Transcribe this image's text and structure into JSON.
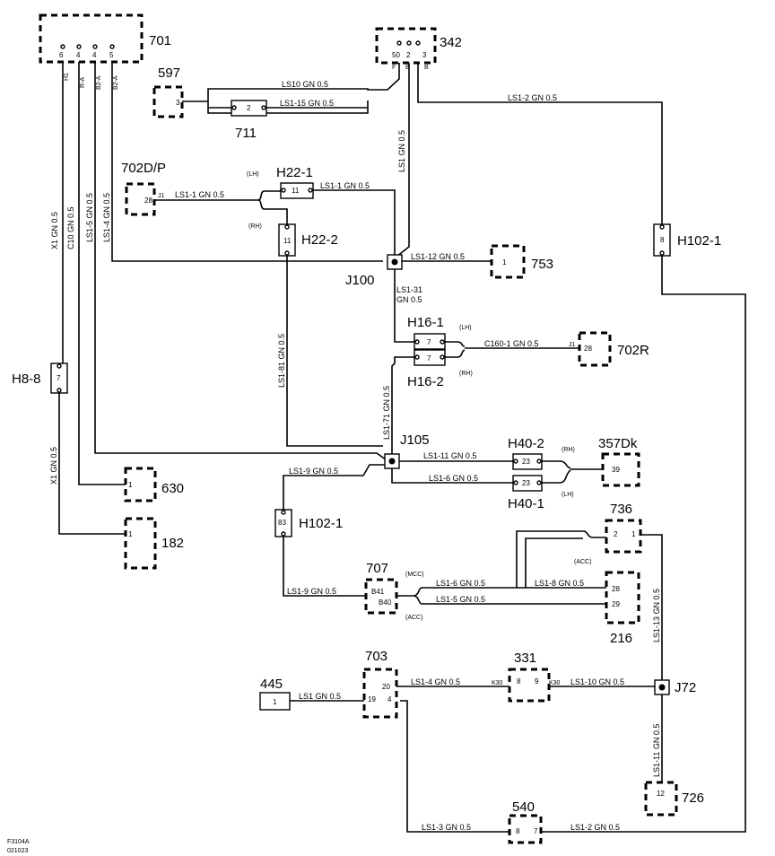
{
  "components": {
    "c701": "701",
    "c342": "342",
    "c597": "597",
    "c711": "711",
    "c702dp": "702D/P",
    "c753": "753",
    "c702r": "702R",
    "c357dk": "357Dk",
    "c630": "630",
    "c182": "182",
    "c736": "736",
    "c707": "707",
    "c216": "216",
    "c703": "703",
    "c331": "331",
    "c445": "445",
    "c540": "540",
    "c726": "726"
  },
  "connectors": {
    "h22_1": "H22-1",
    "h22_2": "H22-2",
    "h16_1": "H16-1",
    "h16_2": "H16-2",
    "h102_1_top": "H102-1",
    "h102_1_mid": "H102-1",
    "h8_8": "H8-8",
    "h40_2": "H40-2",
    "h40_1": "H40-1"
  },
  "splices": {
    "j100": "J100",
    "j105": "J105",
    "j72": "J72"
  },
  "pins": {
    "p701_6": "6",
    "p701_4a": "4",
    "p701_4b": "4",
    "p701_5": "5",
    "p342_50": "50",
    "p342_2": "2",
    "p342_3": "3",
    "p597_3": "3",
    "p711_2": "2",
    "p702dp_28": "28",
    "p_h22_1": "11",
    "p_h22_2": "11",
    "p753_1": "1",
    "p_h16_1": "7",
    "p_h16_2": "7",
    "p702r_28": "28",
    "p_h102_top": "8",
    "p_h8_8": "7",
    "p_h40_2": "23",
    "p_h40_1": "23",
    "p357_39": "39",
    "p630_1": "1",
    "p182_1": "1",
    "p_h102_mid": "83",
    "p736_2": "2",
    "p736_1": "1",
    "p707_b41": "B41",
    "p707_b40": "B40",
    "p216_28": "28",
    "p216_29": "29",
    "p703_20": "20",
    "p703_19": "19",
    "p703_4": "4",
    "p331_8": "8",
    "p331_9": "9",
    "p445_1": "1",
    "p540_8": "8",
    "p540_7": "7",
    "p726_12": "12"
  },
  "terminals": {
    "t701_h1": "H1",
    "t701_ra": "R-A",
    "t701_b2a1": "B2-A",
    "t701_b2a2": "B2-A",
    "t342_f": "F",
    "t342_b1": "B",
    "t342_b2": "B",
    "t702dp_j1": "J1",
    "t702r_j1": "J1",
    "t331_k30a": "K30",
    "t331_k30b": "K30"
  },
  "wires": {
    "ls10": "LS10  GN  0.5",
    "ls1_15": "LS1-15 GN  0.5",
    "ls1_2_top": "LS1-2  GN  0.5",
    "x1_top": "X1  GN  0.5",
    "c10": "C10  GN  0.5",
    "ls1_5": "LS1-5  GN  0.5",
    "ls1_4": "LS1-4  GN  0.5",
    "ls1_1_a": "LS1-1  GN  0.5",
    "ls1_1_b": "LS1-1  GN  0.5",
    "ls1_vert": "LS1  GN  0.5",
    "ls1_12": "LS1-12  GN  0.5",
    "ls1_31_a": "LS1-31",
    "ls1_31_b": "GN  0.5",
    "c160_1": "C160-1  GN  0.5",
    "ls1_81": "LS1-81  GN  0.5",
    "ls1_71": "LS1-71  GN  0.5",
    "ls1_11": "LS1-11  GN  0.5",
    "ls1_6a": "LS1-6  GN  0.5",
    "ls1_9a": "LS1-9  GN  0.5",
    "x1_bottom": "X1  GN  0.5",
    "ls1_9b": "LS1-9  GN  0.5",
    "ls1_6b": "LS1-6  GN  0.5",
    "ls1_8": "LS1-8  GN  0.5",
    "ls1_5b": "LS1-5  GN  0.5",
    "ls1_13": "LS1-13  GN  0.5",
    "ls1_bottom": "LS1  GN  0.5",
    "ls1_4b": "LS1-4  GN  0.5",
    "ls1_10": "LS1-10  GN  0.5",
    "ls1_11b": "LS1-11  GN  0.5",
    "ls1_3": "LS1-3  GN  0.5",
    "ls1_2_bottom": "LS1-2  GN  0.5"
  },
  "variants": {
    "lh1": "(LH)",
    "rh1": "(RH)",
    "lh2": "(LH)",
    "rh2": "(RH)",
    "rh3": "(RH)",
    "lh3": "(LH)",
    "acc1": "(ACC)",
    "mcc": "(MCC)",
    "acc2": "(ACC)"
  },
  "footer": {
    "code": "F3104A",
    "date": "021023"
  }
}
